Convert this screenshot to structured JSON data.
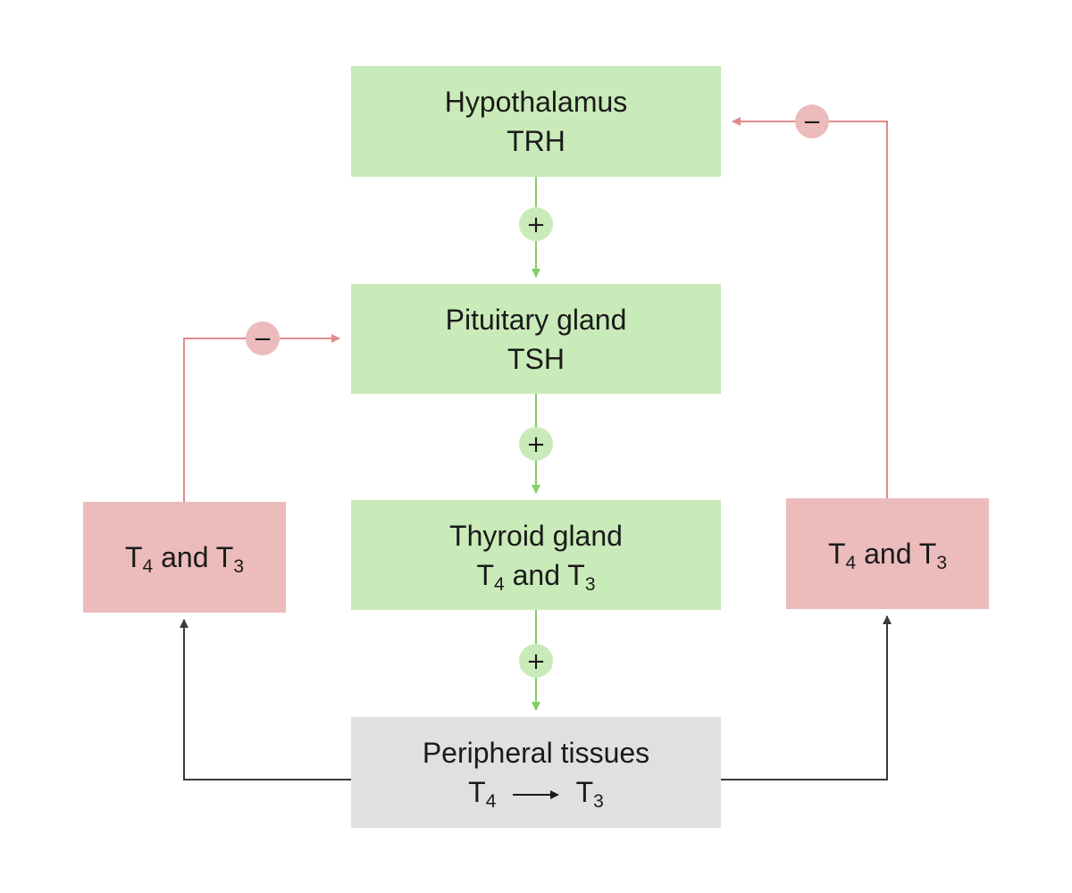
{
  "colors": {
    "green_box": "#c9ebb9",
    "pink_box": "#ecbbbb",
    "gray_box": "#e0e0e0",
    "green_line": "#7fcf60",
    "pink_line": "#e08a8a",
    "dark_line": "#3a3a3a",
    "text": "#1a1a1a"
  },
  "nodes": {
    "hypothalamus": {
      "line1": "Hypothalamus",
      "line2": "TRH"
    },
    "pituitary": {
      "line1": "Pituitary gland",
      "line2": "TSH"
    },
    "thyroid": {
      "line1": "Thyroid gland",
      "hormone_a": "T",
      "sub_a": "4",
      "joiner": "and",
      "hormone_b": "T",
      "sub_b": "3"
    },
    "peripheral": {
      "line1": "Peripheral tissues",
      "from": "T",
      "from_sub": "4",
      "to": "T",
      "to_sub": "3"
    },
    "feedback_left": {
      "hormone_a": "T",
      "sub_a": "4",
      "joiner": "and",
      "hormone_b": "T",
      "sub_b": "3"
    },
    "feedback_right": {
      "hormone_a": "T",
      "sub_a": "4",
      "joiner": "and",
      "hormone_b": "T",
      "sub_b": "3"
    }
  },
  "signs": {
    "stimulate": "+",
    "inhibit": "−"
  }
}
